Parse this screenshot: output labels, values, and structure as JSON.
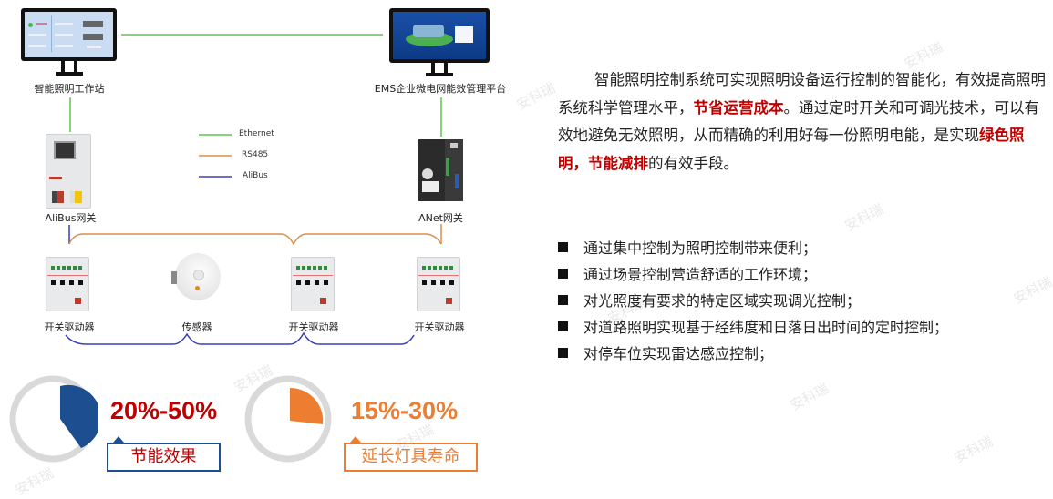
{
  "diagram": {
    "nodes": {
      "workstation": "智能照明工作站",
      "ems_platform": "EMS企业微电网能效管理平台",
      "alibus_gateway": "AliBus网关",
      "anet_gateway": "ANet网关",
      "switch_driver_1": "开关驱动器",
      "sensor": "传感器",
      "switch_driver_2": "开关驱动器",
      "switch_driver_3": "开关驱动器"
    },
    "legend": [
      {
        "label": "Ethernet",
        "color": "#5cc84a"
      },
      {
        "label": "RS485",
        "color": "#d8904a"
      },
      {
        "label": "AliBus",
        "color": "#3b3fb8"
      }
    ],
    "edges": [
      {
        "from": "workstation",
        "to": "ems_platform",
        "type": "Ethernet"
      },
      {
        "from": "workstation",
        "to": "alibus_gateway",
        "type": "Ethernet"
      },
      {
        "from": "ems_platform",
        "to": "anet_gateway",
        "type": "Ethernet"
      },
      {
        "from": "anet_gateway",
        "to": "switch_driver_2",
        "type": "RS485"
      },
      {
        "from": "alibus_gateway",
        "to": "switch_driver_2",
        "type": "RS485"
      },
      {
        "from": "alibus_gateway",
        "to": "switch_driver_1",
        "type": "AliBus"
      },
      {
        "from": "switch_driver_1",
        "to": "sensor",
        "type": "AliBus"
      },
      {
        "from": "sensor",
        "to": "switch_driver_2",
        "type": "AliBus"
      },
      {
        "from": "switch_driver_2",
        "to": "switch_driver_3",
        "type": "AliBus"
      }
    ]
  },
  "stats": [
    {
      "value": "20%-50%",
      "label": "节能效果",
      "value_color": "#c00000",
      "label_color": "#c00000",
      "accent": "#1d4e8f",
      "fraction": 0.38
    },
    {
      "value": "15%-30%",
      "label": "延长灯具寿命",
      "value_color": "#ed7d31",
      "label_color": "#ed7d31",
      "accent": "#ed7d31",
      "fraction": 0.27
    }
  ],
  "description": {
    "p1": "智能照明控制系统可实现照明设备运行控制的智能化，有效提高照明系统科学管理水平，",
    "p1_hl": "节省运营成本",
    "p2": "。通过定时开关和可调光技术，可以有效地避免无效照明，从而精确的利用好每一份照明电能，是实现",
    "p2_hl1": "绿色照明，节能减排",
    "p3": "的有效手段。"
  },
  "bullets": [
    "通过集中控制为照明控制带来便利；",
    "通过场景控制营造舒适的工作环境；",
    "对光照度有要求的特定区域实现调光控制；",
    "对道路照明实现基于经纬度和日落日出时间的定时控制；",
    "对停车位实现雷达感应控制；"
  ],
  "watermark": "安科瑞"
}
